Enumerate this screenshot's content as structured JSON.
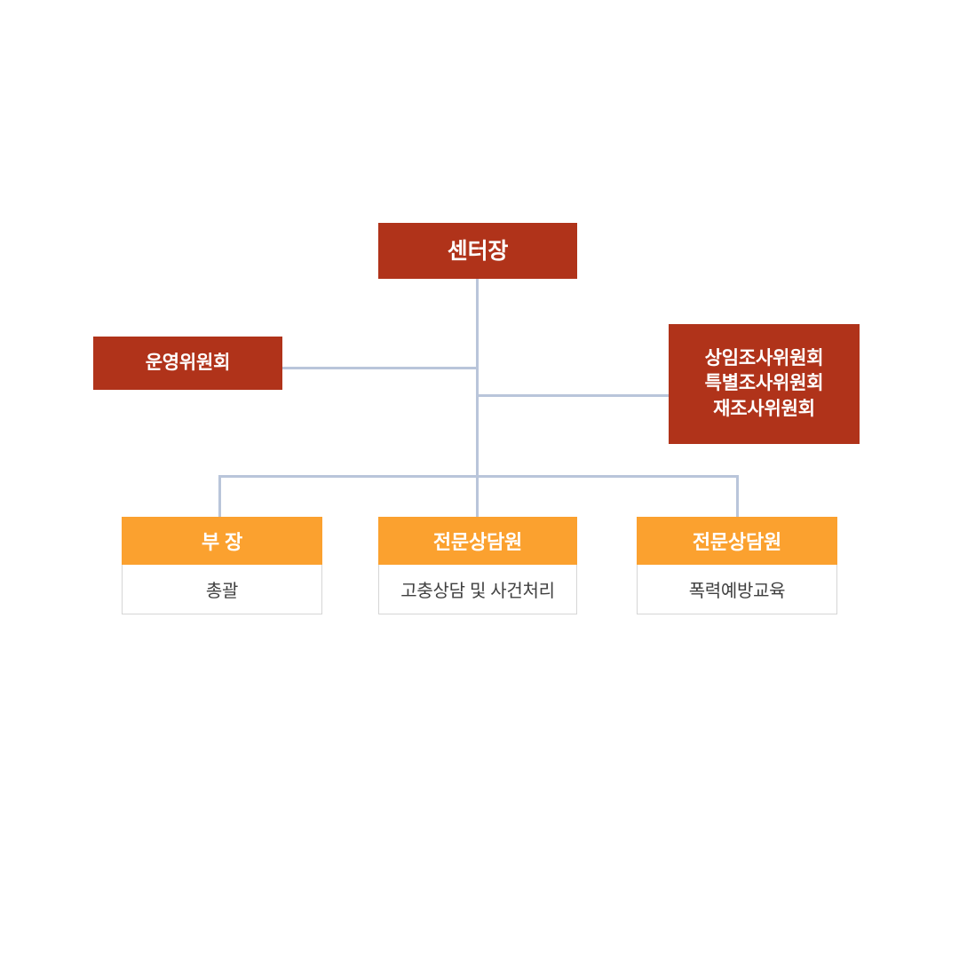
{
  "chart": {
    "type": "organization-chart",
    "background_color": "#ffffff",
    "palette": {
      "executive_box": "#b0331a",
      "staff_header": "#fba12f",
      "staff_body": "#ffffff",
      "connector_line": "#b9c5da",
      "executive_text": "#ffffff",
      "staff_header_text": "#ffffff",
      "staff_body_text": "#404040"
    },
    "levels": {
      "top": "center-director",
      "side": [
        "steering-committee",
        "investigation-committees"
      ],
      "bottom": [
        "department-head",
        "counselor-grievance",
        "counselor-prevention"
      ]
    }
  },
  "nodes": {
    "center_director": {
      "title": "센터장"
    },
    "steering_committee": {
      "title": "운영위원회"
    },
    "investigation_committees": {
      "line1": "상임조사위원회",
      "line2": "특별조사위원회",
      "line3": "재조사위원회"
    },
    "department_head": {
      "header": "부 장",
      "body": "총괄"
    },
    "counselor_grievance": {
      "header": "전문상담원",
      "body": "고충상담 및 사건처리"
    },
    "counselor_prevention": {
      "header": "전문상담원",
      "body": "폭력예방교육"
    }
  },
  "connectors": [
    {
      "name": "trunk-from-director",
      "from": "center-director",
      "to": "distribution-bus"
    },
    {
      "name": "branch-to-steering-committee",
      "from": "trunk",
      "to": "steering-committee"
    },
    {
      "name": "branch-to-investigation-committees",
      "from": "trunk",
      "to": "investigation-committees"
    },
    {
      "name": "distribution-bus",
      "from": "trunk",
      "to": "bottom-row"
    },
    {
      "name": "drop-to-department-head",
      "from": "distribution-bus",
      "to": "department-head"
    },
    {
      "name": "drop-to-counselor-grievance",
      "from": "distribution-bus",
      "to": "counselor-grievance"
    },
    {
      "name": "drop-to-counselor-prevention",
      "from": "distribution-bus",
      "to": "counselor-prevention"
    }
  ]
}
